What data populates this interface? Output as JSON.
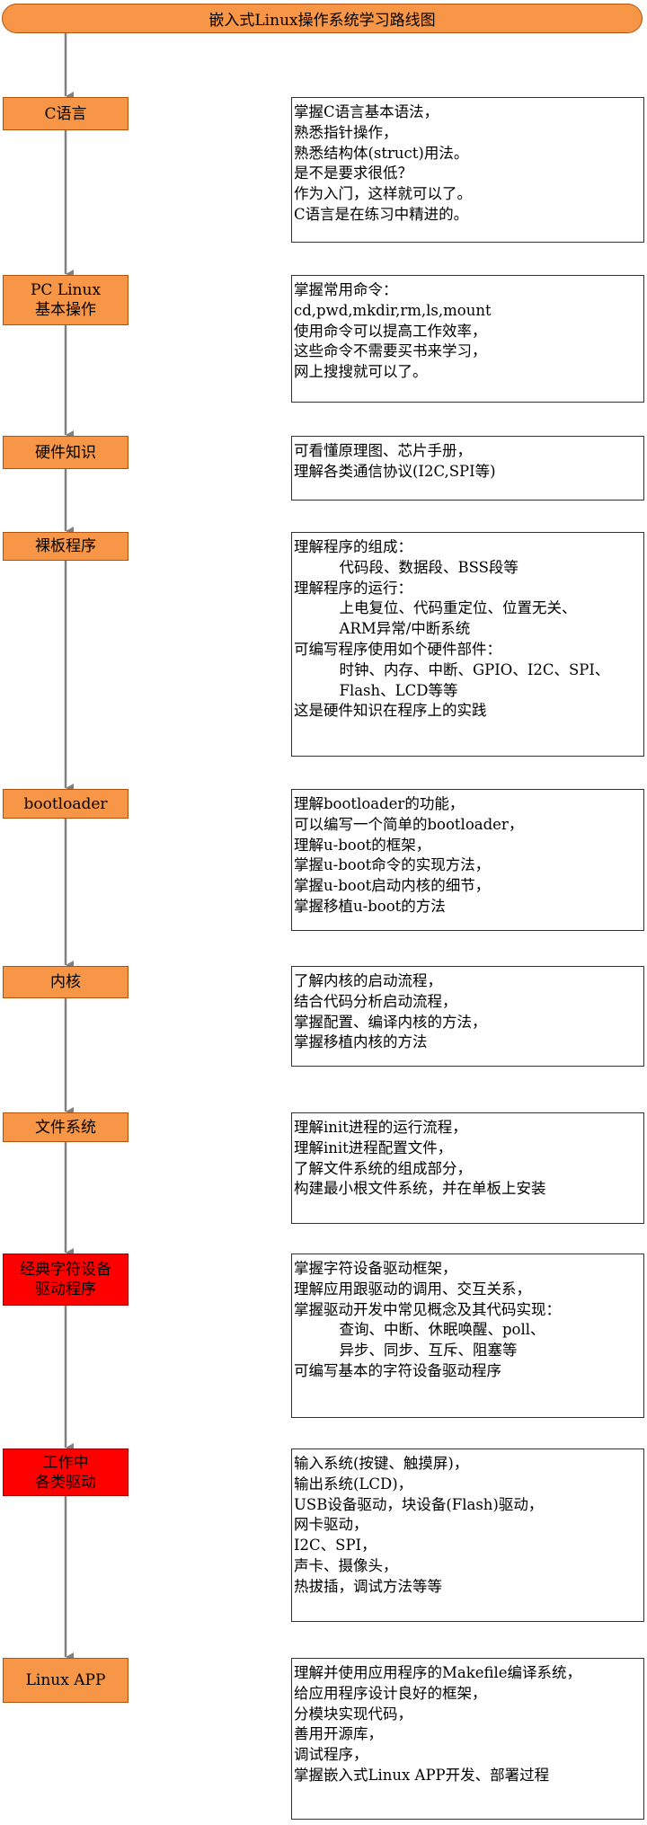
{
  "title": "嵌入式Linux操作系统学习路线图",
  "colors": {
    "step_fill": "#f79646",
    "step_highlight": "#ff0000",
    "arrow": "#808080"
  },
  "steps": [
    {
      "label": "C语言",
      "highlight": false,
      "notes": [
        "掌握C语言基本语法，",
        "熟悉指针操作，",
        "熟悉结构体(struct)用法。",
        "是不是要求很低？",
        "作为入门，这样就可以了。",
        "C语言是在练习中精进的。"
      ]
    },
    {
      "label": "PC Linux\n基本操作",
      "highlight": false,
      "notes": [
        "掌握常用命令：",
        "cd,pwd,mkdir,rm,ls,mount",
        "使用命令可以提高工作效率，",
        "这些命令不需要买书来学习，",
        "网上搜搜就可以了。"
      ]
    },
    {
      "label": "硬件知识",
      "highlight": false,
      "notes": [
        "可看懂原理图、芯片手册，",
        "理解各类通信协议(I2C,SPI等)"
      ]
    },
    {
      "label": "裸板程序",
      "highlight": false,
      "notes": [
        "理解程序的组成：",
        "  代码段、数据段、BSS段等",
        "理解程序的运行：",
        "  上电复位、代码重定位、位置无关、",
        "  ARM异常/中断系统",
        "可编写程序使用如个硬件部件：",
        "  时钟、内存、中断、GPIO、I2C、SPI、",
        "  Flash、LCD等等",
        "这是硬件知识在程序上的实践"
      ]
    },
    {
      "label": "bootloader",
      "highlight": false,
      "notes": [
        "理解bootloader的功能，",
        "可以编写一个简单的bootloader，",
        "理解u-boot的框架，",
        "掌握u-boot命令的实现方法，",
        "掌握u-boot启动内核的细节，",
        "掌握移植u-boot的方法"
      ]
    },
    {
      "label": "内核",
      "highlight": false,
      "notes": [
        "了解内核的启动流程，",
        "结合代码分析启动流程，",
        "掌握配置、编译内核的方法，",
        "掌握移植内核的方法"
      ]
    },
    {
      "label": "文件系统",
      "highlight": false,
      "notes": [
        "理解init进程的运行流程，",
        "理解init进程配置文件，",
        "了解文件系统的组成部分，",
        "构建最小根文件系统，并在单板上安装"
      ]
    },
    {
      "label": "经典字符设备\n驱动程序",
      "highlight": true,
      "notes": [
        "掌握字符设备驱动框架，",
        "理解应用跟驱动的调用、交互关系，",
        "掌握驱动开发中常见概念及其代码实现：",
        "  查询、中断、休眠唤醒、poll、",
        "  异步、同步、互斥、阻塞等",
        "可编写基本的字符设备驱动程序"
      ]
    },
    {
      "label": "工作中\n各类驱动",
      "highlight": true,
      "notes": [
        "输入系统(按键、触摸屏)，",
        "输出系统(LCD)，",
        "USB设备驱动，块设备(Flash)驱动，",
        "网卡驱动，",
        "I2C、SPI，",
        "声卡、摄像头，",
        "热拔插，调试方法等等"
      ]
    },
    {
      "label": "Linux APP",
      "highlight": false,
      "notes": [
        "理解并使用应用程序的Makefile编译系统，",
        "给应用程序设计良好的框架，",
        "分模块实现代码，",
        "善用开源库，",
        "调试程序，",
        "掌握嵌入式Linux APP开发、部署过程"
      ]
    }
  ]
}
